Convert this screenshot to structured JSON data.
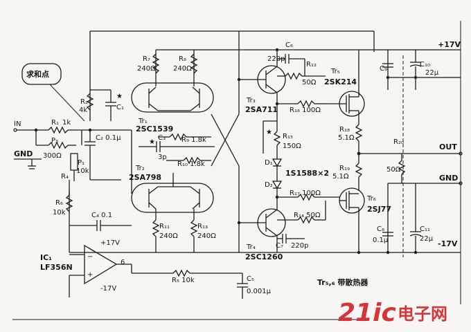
{
  "labels": {
    "summing_point": "求和点",
    "r1": "R₁",
    "r1_val": "1k",
    "r2": "R₂",
    "r2_val": "4k",
    "c1": "C₁",
    "p3": "P₃",
    "r3_val": "300Ω",
    "c2_val": "C₂ 0.1μ",
    "r7": "R₇",
    "r7_val": "240Ω",
    "r8": "R₈",
    "r8_val": "240Ω",
    "c6": "C₆",
    "c6_val": "220p",
    "r12": "R₁₂",
    "r12_val": "50Ω",
    "tr1": "Tr₁",
    "tr1_type": "2SC1539",
    "tr3": "Tr₃",
    "tr3_type": "2SA711",
    "tr5": "Tr₅",
    "tr5_type": "2SK214",
    "r16_val": "R₁₆ 100Ω",
    "r18": "R₁₈",
    "r18_val": "5.1Ω",
    "c3": "C₃",
    "c3_val": "3p",
    "r9_val": "R₉ 1.8k",
    "r10_val": "R₁₀ 1.8k",
    "tr2": "Tr₂",
    "tr2_type": "2SA798",
    "r15": "R₁₅",
    "r15_val": "150Ω",
    "d1": "D₁",
    "d2": "D₂",
    "diode_type": "1S1588×2",
    "r17_val": "R₁₇ 100Ω",
    "r19_val": "5.1Ω",
    "r19": "R₁₉",
    "tr6": "Tr₆",
    "tr6_type": "2SJ77",
    "r14_val": "R₁₄ 50Ω",
    "c7": "C₇",
    "c7_val": "220p",
    "tr4": "Tr₄",
    "tr4_type": "2SC1260",
    "r11_val": "240Ω",
    "r13_val": "240Ω",
    "r11": "R₁₁",
    "r13": "R₁₃",
    "r6": "R₆",
    "r6_val": "10k",
    "c4_val": "C₄ 0.1",
    "ic1": "IC₁",
    "ic1_type": "LF356N",
    "plus17": "+17V",
    "minus17": "-17V",
    "pin6": "6",
    "r5_val": "R₅ 10k",
    "c5": "C₅",
    "c5_val": "0.001μ",
    "heatsink_note": "Tr₅,₆ 带散热器",
    "in_label": "IN",
    "gnd_label": "GND",
    "plus17v_rail": "+17V",
    "c10": "C₁₀",
    "c10_val": "22μ",
    "c9": "C₉",
    "out_label": "OUT",
    "r20": "R₂₀",
    "r20_val": "50Ω",
    "gnd_out": "GND",
    "c8": "C₈",
    "c8_val": "0.1μ",
    "c11": "C₁₁",
    "c11_val": "22μ",
    "minus17v_rail": "-17V",
    "p1": "P₁",
    "vr_val": "10k",
    "r4": "R₄",
    "star": "★"
  },
  "watermark": {
    "brand_a": "21ic",
    "brand_b": "电子网"
  },
  "colors": {
    "ink": "#1b1b1b",
    "paper": "#f7f6f2",
    "watermark": "#d4343a"
  }
}
